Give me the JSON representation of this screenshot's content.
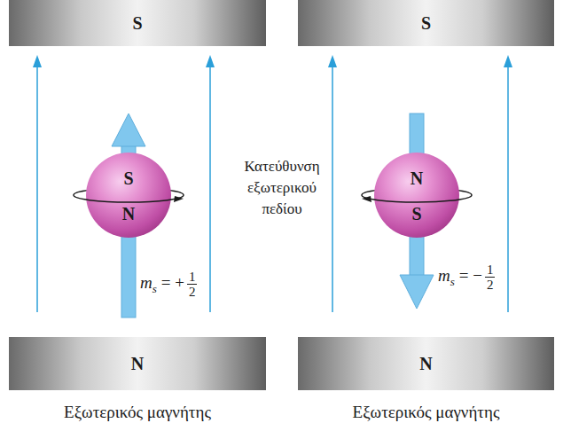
{
  "diagram": {
    "nodes": [
      {
        "text": [
          "S"
        ]
      },
      {
        "text": [
          "S",
          "N"
        ]
      },
      {
        "text": [
          "N"
        ]
      },
      {
        "text": [
          "S"
        ]
      },
      {
        "text": [
          "N",
          "S"
        ]
      },
      {
        "text": [
          "N"
        ]
      }
    ],
    "labels": [
      "Κατεύθυνση εξωτερικού πεδίου",
      "m",
      "s",
      "= +",
      "1",
      "2",
      "m",
      "s",
      "= −",
      "1",
      "2",
      "Εξωτερικός μαγνήτης",
      "Εξωτερικός μαγνήτης"
    ]
  }
}
